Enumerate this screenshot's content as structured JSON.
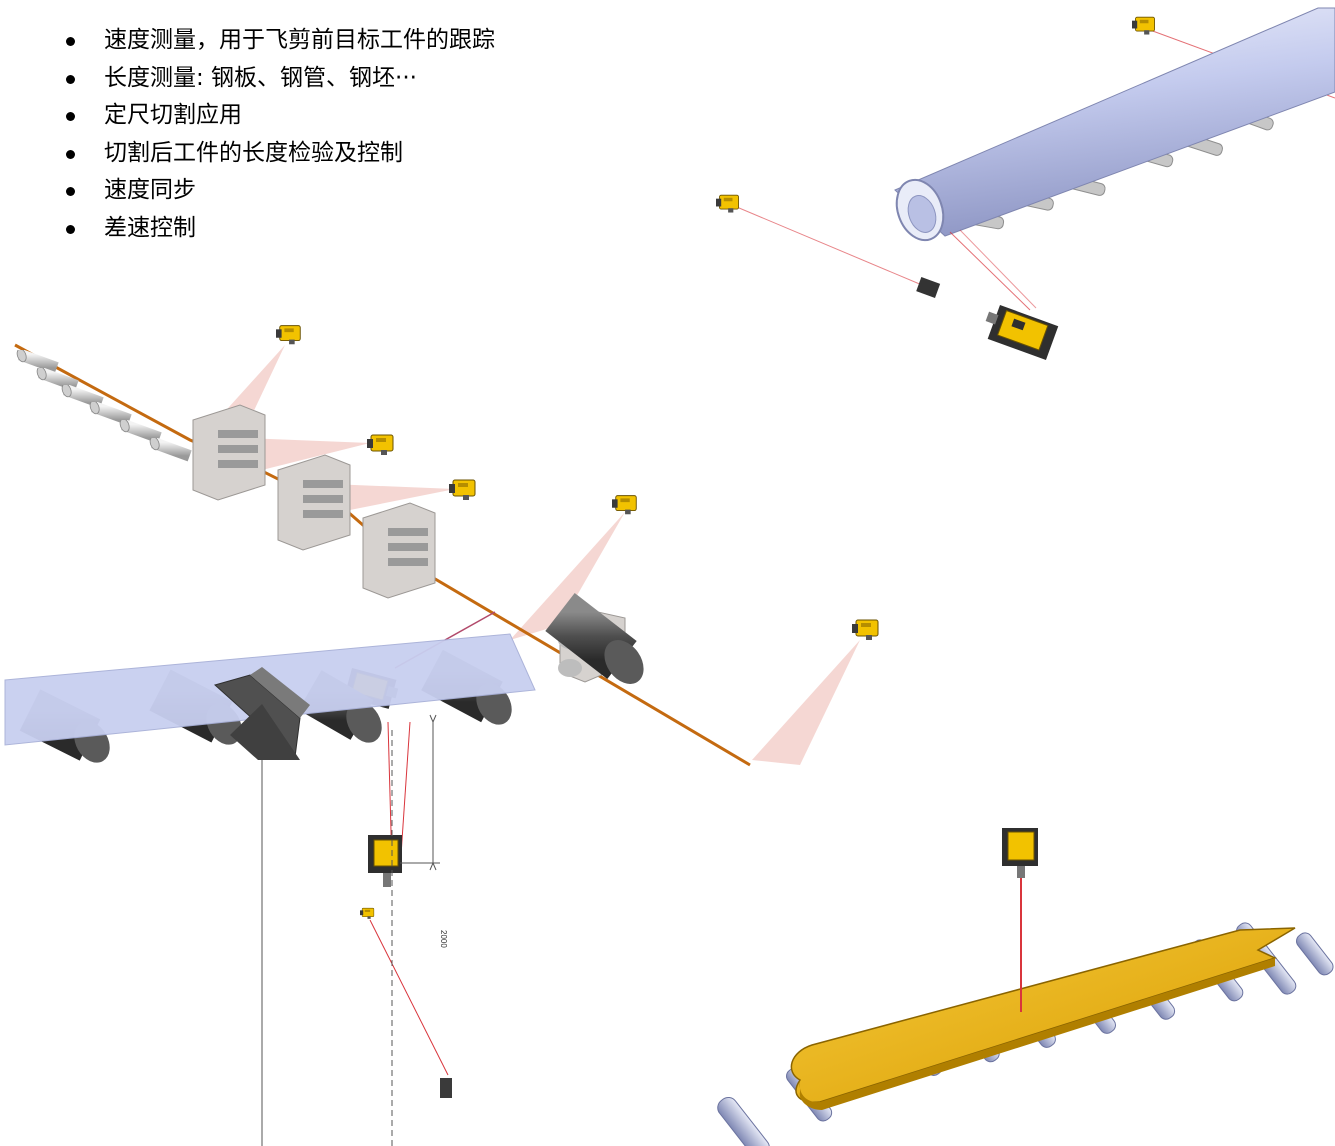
{
  "bullets": [
    "速度测量，用于飞剪前目标工件的跟踪",
    "长度测量: 钢板、钢管、钢坯···",
    "定尺切割应用",
    "切割后工件的长度检验及控制",
    "速度同步",
    "差速控制"
  ],
  "dimension_label": "2000",
  "colors": {
    "sensor_yellow": "#f2c200",
    "laser_red": "#d9353c",
    "beam_pink": "#f2c9c4",
    "pipe_blue": "#c8cff0",
    "roller_gray": "#5a5a5a",
    "plate_gold": "#e8b200",
    "housing_gray": "#d6d2cf"
  },
  "icons": [
    "laser-sensor-icon",
    "pipe-icon",
    "roller-icon",
    "rolling-stand-icon",
    "steel-plate-icon"
  ]
}
